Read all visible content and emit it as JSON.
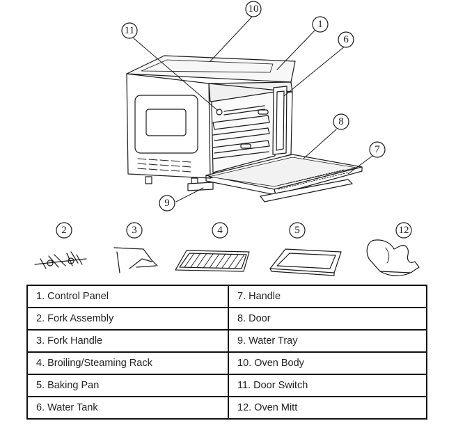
{
  "callouts": {
    "n1": "1",
    "n2": "2",
    "n3": "3",
    "n4": "4",
    "n5": "5",
    "n6": "6",
    "n7": "7",
    "n8": "8",
    "n9": "9",
    "n10": "10",
    "n11": "11",
    "n12": "12"
  },
  "parts_table": {
    "rows": [
      {
        "left": "1. Control Panel",
        "right": "7. Handle"
      },
      {
        "left": "2. Fork Assembly",
        "right": "8. Door"
      },
      {
        "left": "3. Fork Handle",
        "right": "9. Water Tray"
      },
      {
        "left": "4. Broiling/Steaming Rack",
        "right": "10. Oven Body"
      },
      {
        "left": "5. Baking Pan",
        "right": "11. Door Switch"
      },
      {
        "left": "6. Water Tank",
        "right": "12. Oven Mitt"
      }
    ]
  },
  "icons": [
    "oven-illustration",
    "fork-assembly-icon",
    "fork-handle-icon",
    "rack-icon",
    "baking-pan-icon",
    "oven-mitt-icon"
  ],
  "colors": {
    "line": "#1a1a1a",
    "background": "#ffffff"
  }
}
